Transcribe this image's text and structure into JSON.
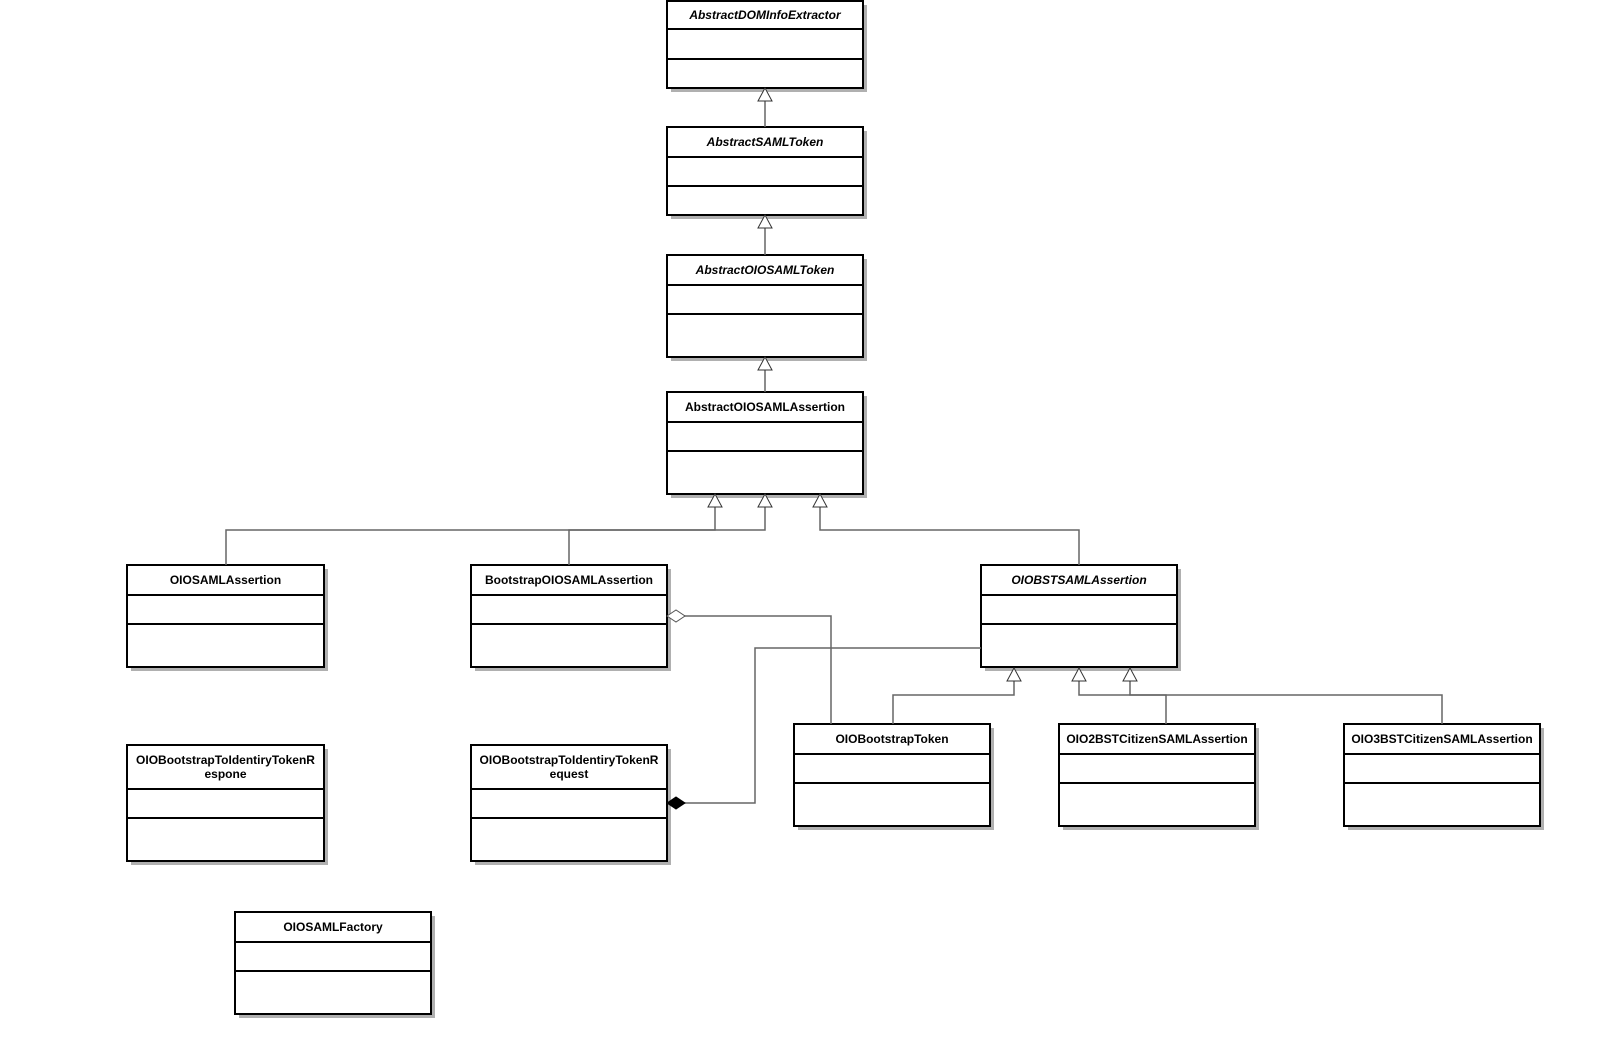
{
  "classes": [
    {
      "id": "abstract-dom-info-extractor",
      "name": [
        "AbstractDOMInfoExtractor"
      ],
      "abstract": true
    },
    {
      "id": "abstract-saml-token",
      "name": [
        "AbstractSAMLToken"
      ],
      "abstract": true
    },
    {
      "id": "abstract-oiosaml-token",
      "name": [
        "AbstractOIOSAMLToken"
      ],
      "abstract": true
    },
    {
      "id": "abstract-oiosaml-assertion",
      "name": [
        "AbstractOIOSAMLAssertion"
      ],
      "abstract": false
    },
    {
      "id": "oiosaml-assertion",
      "name": [
        "OIOSAMLAssertion"
      ],
      "abstract": false
    },
    {
      "id": "bootstrap-oiosaml-assertion",
      "name": [
        "BootstrapOIOSAMLAssertion"
      ],
      "abstract": false
    },
    {
      "id": "oiobst-saml-assertion",
      "name": [
        "OIOBSTSAMLAssertion"
      ],
      "abstract": true
    },
    {
      "id": "oio-bootstrap-token",
      "name": [
        "OIOBootstrapToken"
      ],
      "abstract": false
    },
    {
      "id": "oio2bst-citizen-saml-assertion",
      "name": [
        "OIO2BSTCitizenSAMLAssertion"
      ],
      "abstract": false
    },
    {
      "id": "oio3bst-citizen-saml-assertion",
      "name": [
        "OIO3BSTCitizenSAMLAssertion"
      ],
      "abstract": false
    },
    {
      "id": "oio-bootstrap-to-identity-token-response",
      "name": [
        "OIOBootstrapToIdentiryTokenR",
        "espone"
      ],
      "abstract": false
    },
    {
      "id": "oio-bootstrap-to-identity-token-request",
      "name": [
        "OIOBootstrapToIdentiryTokenR",
        "equest"
      ],
      "abstract": false
    },
    {
      "id": "oiosaml-factory",
      "name": [
        "OIOSAMLFactory"
      ],
      "abstract": false
    }
  ],
  "relations": [
    {
      "type": "generalization",
      "from": "abstract-saml-token",
      "to": "abstract-dom-info-extractor"
    },
    {
      "type": "generalization",
      "from": "abstract-oiosaml-token",
      "to": "abstract-saml-token"
    },
    {
      "type": "generalization",
      "from": "abstract-oiosaml-assertion",
      "to": "abstract-oiosaml-token"
    },
    {
      "type": "generalization",
      "from": "oiosaml-assertion",
      "to": "abstract-oiosaml-assertion"
    },
    {
      "type": "generalization",
      "from": "bootstrap-oiosaml-assertion",
      "to": "abstract-oiosaml-assertion"
    },
    {
      "type": "generalization",
      "from": "oiobst-saml-assertion",
      "to": "abstract-oiosaml-assertion"
    },
    {
      "type": "generalization",
      "from": "oio-bootstrap-token",
      "to": "oiobst-saml-assertion"
    },
    {
      "type": "generalization",
      "from": "oio2bst-citizen-saml-assertion",
      "to": "oiobst-saml-assertion"
    },
    {
      "type": "generalization",
      "from": "oio3bst-citizen-saml-assertion",
      "to": "oiobst-saml-assertion"
    },
    {
      "type": "aggregation",
      "from": "oio-bootstrap-token",
      "to": "bootstrap-oiosaml-assertion"
    },
    {
      "type": "composition",
      "from": "oiobst-saml-assertion",
      "to": "oio-bootstrap-to-identity-token-request"
    }
  ]
}
